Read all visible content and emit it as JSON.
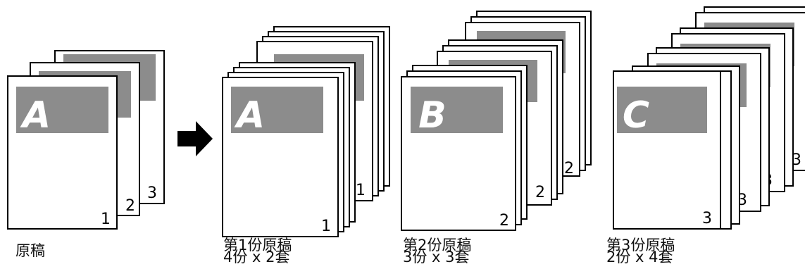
{
  "colors": {
    "page_fill": "#ffffff",
    "page_border": "#000000",
    "header_block": "#8c8c8c",
    "header_letter": "#ffffff",
    "page_number": "#000000",
    "arrow": "#000000"
  },
  "icons": {
    "arrow": "right-arrow-icon"
  },
  "original_set": {
    "caption": "原稿",
    "page_letter": "A",
    "page_numbers": [
      "1",
      "2",
      "3"
    ]
  },
  "outputs": [
    {
      "letter": "A",
      "page_number": "1",
      "title": "第1份原稿",
      "detail": "4份 x 2套",
      "copies": 4,
      "sets": 2
    },
    {
      "letter": "B",
      "page_number": "2",
      "title": "第2份原稿",
      "detail": "3份 x 3套",
      "copies": 3,
      "sets": 3
    },
    {
      "letter": "C",
      "page_number": "3",
      "title": "第3份原稿",
      "detail": "2份 x 4套",
      "copies": 2,
      "sets": 4
    }
  ]
}
